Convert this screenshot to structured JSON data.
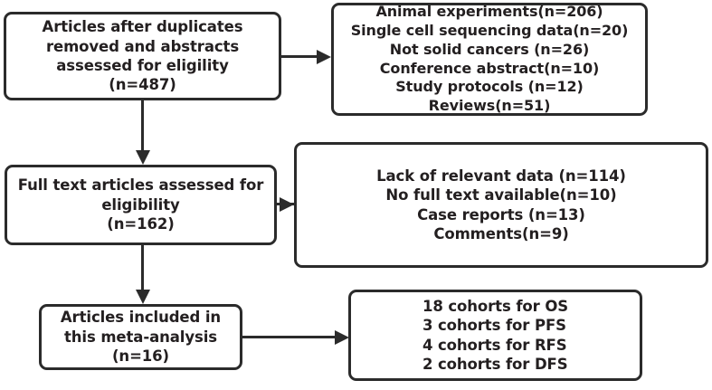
{
  "diagram": {
    "title": "PRISMA study selection flow diagram",
    "line_color": "#2b2b2b",
    "text_color": "#231f20",
    "background": "#ffffff"
  },
  "nodes": {
    "screened": {
      "text": "Articles after  duplicates\nremoved and abstracts\nassessed for eligility\n(n=487)",
      "count": "487"
    },
    "excluded_stage1": {
      "text": "Animal experiments(n=206)\nSingle cell sequencing data(n=20)\nNot solid cancers (n=26)\nConference abstract(n=10)\nStudy protocols (n=12)\nReviews(n=51)",
      "reasons": [
        {
          "label": "Animal experiments",
          "count": "206"
        },
        {
          "label": "Single cell sequencing data",
          "count": "20"
        },
        {
          "label": "Not solid cancers",
          "count": "26"
        },
        {
          "label": "Conference abstract",
          "count": "10"
        },
        {
          "label": "Study protocols",
          "count": "12"
        },
        {
          "label": "Reviews",
          "count": "51"
        }
      ]
    },
    "fulltext": {
      "text": "Full text articles assessed for\neligibility\n(n=162)",
      "count": "162"
    },
    "excluded_stage2": {
      "text": "Lack of relevant data (n=114)\nNo full text available(n=10)\nCase reports (n=13)\nComments(n=9)",
      "reasons": [
        {
          "label": "Lack of relevant data",
          "count": "114"
        },
        {
          "label": "No full text available",
          "count": "10"
        },
        {
          "label": "Case reports",
          "count": "13"
        },
        {
          "label": "Comments",
          "count": "9"
        }
      ]
    },
    "included": {
      "text": "Articles included in\nthis meta-analysis\n(n=16)",
      "count": "16"
    },
    "outcomes": {
      "text": "18 cohorts for OS\n3 cohorts for PFS\n4 cohorts for RFS\n2 cohorts for DFS",
      "items": [
        {
          "count": "18",
          "label": "cohorts for OS"
        },
        {
          "count": "3",
          "label": "cohorts for PFS"
        },
        {
          "count": "4",
          "label": "cohorts for RFS"
        },
        {
          "count": "2",
          "label": "cohorts for DFS"
        }
      ]
    }
  }
}
